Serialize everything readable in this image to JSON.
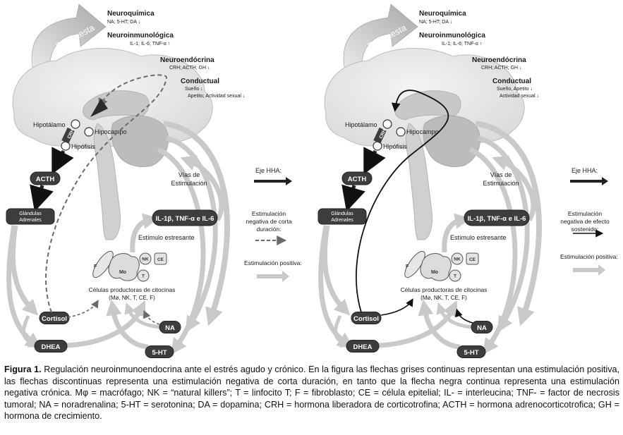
{
  "panels": [
    {
      "id": "left",
      "respuesta": "Respuesta",
      "neuroquimica": {
        "title": "Neuroquímica",
        "detail": "NA; 5-HT; DA",
        "trend": "↓"
      },
      "neuroinmunologica": {
        "title": "Neuroinmunológica",
        "detail": "IL-1; IL-6; TNF-α",
        "trend": "↑"
      },
      "neuroendocrina": {
        "title": "Neuroendócrina",
        "detail": "CRH; ACTH; GH",
        "trend": "↓"
      },
      "conductual": {
        "title": "Conductual",
        "detail1": "Sueño",
        "trend1": "↓",
        "detail2": "Apetito; Actividad sexual",
        "trend2": "↓"
      },
      "hipotalamo": "Hipotálamo",
      "hipocampo": "Hipocampo",
      "hipofisis": "Hipófisis",
      "crh": "CRH",
      "acth": "ACTH",
      "glandulas": [
        "Glándulas",
        "Adrenales"
      ],
      "vias": [
        "Vías de",
        "Estimulación"
      ],
      "citocinas": "IL-1β, TNF-α e IL-6",
      "estimulo": "Estímulo estresante",
      "cells": {
        "f": "F",
        "mo": "Mo",
        "nk": "NK",
        "ce": "CE",
        "t": "T"
      },
      "productoras": [
        "Células productoras de citocinas",
        "(Mø, NK, T, CE, F)"
      ],
      "cortisol": "Cortisol",
      "na": "NA",
      "dhea": "DHEA",
      "ht": "5-HT"
    },
    {
      "id": "right",
      "respuesta": "Respuesta",
      "neuroquimica": {
        "title": "Neuroquímica",
        "detail": "NA; 5-HT; DA",
        "trend": "↓"
      },
      "neuroinmunologica": {
        "title": "Neuroinmunológica",
        "detail": "IL-1; IL-6; TNF-α",
        "trend": "↑"
      },
      "neuroendocrina": {
        "title": "Neuroendócrina",
        "detail": "CRH; ACTH; GH",
        "trend": "↓"
      },
      "conductual": {
        "title": "Conductual",
        "detail1": "Sueño, Apetito",
        "trend1": "↓",
        "detail2": "Actividad sexual",
        "trend2": "↓"
      },
      "hipotalamo": "Hipotálamo",
      "hipocampo": "Hipocampo",
      "hipofisis": "Hipófisis",
      "crh": "CRH",
      "acth": "ACTH",
      "glandulas": [
        "Glándulas",
        "Adrenales"
      ],
      "vias": [
        "Vías de",
        "Estimulación"
      ],
      "citocinas": "IL-1β, TNF-α e IL-6",
      "estimulo": "Estímulo estresante",
      "cells": {
        "f": "F",
        "mo": "Mo",
        "nk": "NK",
        "ce": "CE",
        "t": "T"
      },
      "productoras": [
        "Células productoras de citocinas",
        "(Mø, NK, T, CE, F)"
      ],
      "cortisol": "Cortisol",
      "na": "NA",
      "dhea": "DHEA",
      "ht": "5-HT"
    }
  ],
  "legend_left": {
    "eje": "Eje HHA:",
    "negativa": [
      "Estimulación",
      "negativa de corta",
      "duración:"
    ],
    "positiva": "Estimulación positiva:"
  },
  "legend_right": {
    "eje": "Eje HHA:",
    "negativa": [
      "Estimulación",
      "negativa de efecto",
      "sostenido:"
    ],
    "positiva": "Estimulación positiva:"
  },
  "caption": {
    "label": "Figura 1.",
    "text": "Regulación neuroinmunoendocrina ante el estrés agudo y crónico. En la figura las flechas grises continuas representan una estimulación positiva, las flechas discontinuas representa una estimulación negativa de corta duración, en tanto que la flecha negra continua representa una estimulación negativa crónica. Mφ = macrófago; NK = “natural killers”; T = linfocito T; F = fibroblasto; CE = célula epitelial; IL- = interleucina; TNF- = factor de necrosis tumoral; NA = noradrenalina; 5-HT = serotonina; DA = dopamina; CRH = hormona liberadora de corticotrofina; ACTH = hormona adrenocorticotrofica; GH = hormona de crecimiento."
  },
  "colors": {
    "arrow_gray": "#c9c9c9",
    "brain_light": "#ececec",
    "brain_mid": "#d4d4d4",
    "pill_dark": "#3d3d3d",
    "dashed": "#6a6a6a",
    "black": "#111111"
  }
}
